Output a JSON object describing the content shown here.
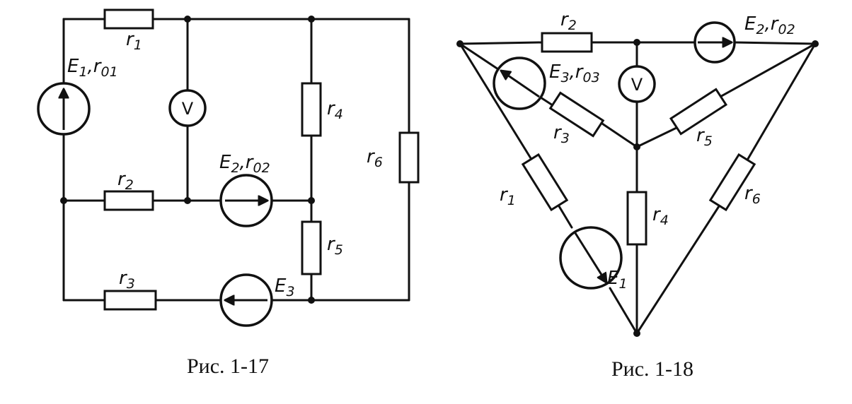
{
  "fig17": {
    "caption": "Рис. 1-17",
    "labels": {
      "r1_main": "r",
      "r1_sub": "1",
      "r2_main": "r",
      "r2_sub": "2",
      "r3_main": "r",
      "r3_sub": "3",
      "r4_main": "r",
      "r4_sub": "4",
      "r5_main": "r",
      "r5_sub": "5",
      "r6_main": "r",
      "r6_sub": "6",
      "e1_main": "E",
      "e1_sub": "1",
      "e1_comma": ",r",
      "e1_rsub": "01",
      "e2_main": "E",
      "e2_sub": "2",
      "e2_comma": ",r",
      "e2_rsub": "02",
      "e3_main": "E",
      "e3_sub": "3",
      "meter": "V"
    }
  },
  "fig18": {
    "caption": "Рис. 1-18",
    "labels": {
      "r1_main": "r",
      "r1_sub": "1",
      "r2_main": "r",
      "r2_sub": "2",
      "r3_main": "r",
      "r3_sub": "3",
      "r4_main": "r",
      "r4_sub": "4",
      "r5_main": "r",
      "r5_sub": "5",
      "r6_main": "r",
      "r6_sub": "6",
      "e1_main": "E",
      "e1_sub": "1",
      "e2_main": "E",
      "e2_sub": "2",
      "e2_comma": ",r",
      "e2_rsub": "02",
      "e3_main": "E",
      "e3_sub": "3",
      "e3_comma": ",r",
      "e3_rsub": "03",
      "meter": "V"
    }
  }
}
